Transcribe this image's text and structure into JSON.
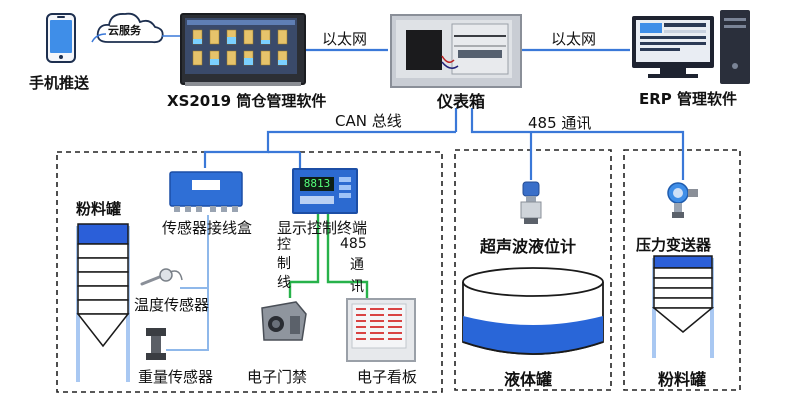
{
  "nodes": {
    "phone": {
      "label": "手机推送"
    },
    "cloud": {
      "label": "云服务"
    },
    "xs2019": {
      "label": "XS2019 筒仓管理软件"
    },
    "meter_box": {
      "label": "仪表箱"
    },
    "erp": {
      "label": "ERP 管理软件"
    },
    "sensor_junction": {
      "label": "传感器接线盒"
    },
    "display_terminal": {
      "label": "显示控制终端",
      "screen_value": "8813"
    },
    "ultrasonic": {
      "label": "超声波液位计"
    },
    "pressure": {
      "label": "压力变送器"
    },
    "powder_tank_left": {
      "label": "粉料罐"
    },
    "temp_sensor": {
      "label": "温度传感器"
    },
    "weight_sensor": {
      "label": "重量传感器"
    },
    "door_control": {
      "label": "电子门禁"
    },
    "e_board": {
      "label": "电子看板"
    },
    "liquid_tank": {
      "label": "液体罐"
    },
    "powder_tank_right": {
      "label": "粉料罐"
    }
  },
  "edges": {
    "ethernet_left": {
      "label": "以太网"
    },
    "ethernet_right": {
      "label": "以太网"
    },
    "can_bus": {
      "label": "CAN 总线"
    },
    "rs485_main": {
      "label": "485 通讯"
    },
    "control_line": {
      "label": "控制线",
      "chars": [
        "控",
        "制",
        "线"
      ]
    },
    "rs485_sub": {
      "label": "485通讯",
      "chars": [
        "485",
        "通",
        "讯"
      ]
    }
  },
  "colors": {
    "wire": "#3a78d8",
    "tank_top": "#2b5fd9",
    "liquid": "#2966d8",
    "frame": "#222222"
  }
}
